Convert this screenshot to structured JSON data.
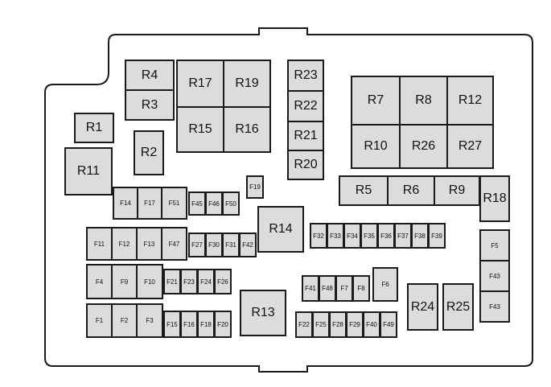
{
  "title": "Fuse box diagram",
  "colors": {
    "box_fill": "#dcdcdc",
    "border": "#1a1a1a",
    "background": "#ffffff"
  },
  "relays": {
    "R4": "R4",
    "R3": "R3",
    "R17": "R17",
    "R19": "R19",
    "R15": "R15",
    "R16": "R16",
    "R23": "R23",
    "R22": "R22",
    "R21": "R21",
    "R20": "R20",
    "R7": "R7",
    "R8": "R8",
    "R12": "R12",
    "R10": "R10",
    "R26": "R26",
    "R27": "R27",
    "R1": "R1",
    "R2": "R2",
    "R11": "R11",
    "R5": "R5",
    "R6": "R6",
    "R9": "R9",
    "R18": "R18",
    "R14": "R14",
    "R13": "R13",
    "R24": "R24",
    "R25": "R25"
  },
  "fuses": {
    "F19": "F19",
    "F14": "F14",
    "F17": "F17",
    "F51": "F51",
    "F45": "F45",
    "F46": "F46",
    "F50": "F50",
    "F11": "F11",
    "F12": "F12",
    "F13": "F13",
    "F47": "F47",
    "F27": "F27",
    "F30": "F30",
    "F31": "F31",
    "F42": "F42",
    "F32": "F32",
    "F33": "F33",
    "F34": "F34",
    "F35": "F35",
    "F36": "F36",
    "F37": "F37",
    "F38": "F38",
    "F39": "F39",
    "F5": "F5",
    "F43a": "F43",
    "F43b": "F43",
    "F4": "F4",
    "F9": "F9",
    "F10": "F10",
    "F21": "F21",
    "F23": "F23",
    "F24": "F24",
    "F26": "F26",
    "F41": "F41",
    "F48": "F48",
    "F7": "F7",
    "F8": "F8",
    "F6": "F6",
    "F1": "F1",
    "F2": "F2",
    "F3": "F3",
    "F15": "F15",
    "F16": "F16",
    "F18": "F18",
    "F20": "F20",
    "F22": "F22",
    "F25": "F25",
    "F28": "F28",
    "F29": "F29",
    "F40": "F40",
    "F49": "F49"
  }
}
